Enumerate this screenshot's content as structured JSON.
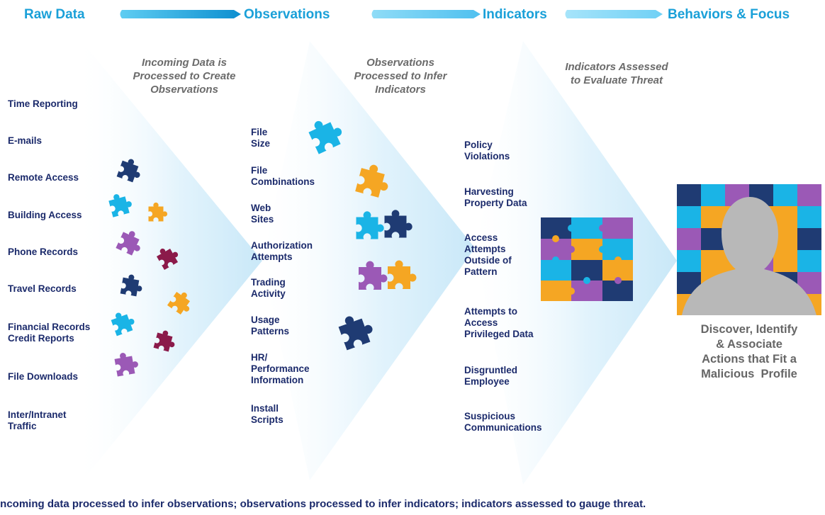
{
  "headers": [
    "Raw Data",
    "Observations",
    "Indicators",
    "Behaviors & Focus"
  ],
  "captions": [
    [
      "Incoming Data is",
      "Processed to Create",
      "Observations"
    ],
    [
      "Observations",
      "Processed to Infer",
      "Indicators"
    ],
    [
      "Indicators Assessed",
      "to Evaluate Threat"
    ]
  ],
  "raw_data": [
    [
      "Time Reporting"
    ],
    [
      "E-mails"
    ],
    [
      "Remote Access"
    ],
    [
      "Building Access"
    ],
    [
      "Phone Records"
    ],
    [
      "Travel Records"
    ],
    [
      "Financial Records",
      "Credit Reports"
    ],
    [
      "File Downloads"
    ],
    [
      "Inter/Intranet",
      "Traffic"
    ]
  ],
  "observations": [
    [
      "File",
      "Size"
    ],
    [
      "File",
      "Combinations"
    ],
    [
      "Web",
      "Sites"
    ],
    [
      "Authorization",
      "Attempts"
    ],
    [
      "Trading",
      "Activity"
    ],
    [
      "Usage",
      "Patterns"
    ],
    [
      "HR/",
      "Performance",
      "Information"
    ],
    [
      "Install",
      "Scripts"
    ]
  ],
  "indicators": [
    [
      "Policy",
      "Violations"
    ],
    [
      "Harvesting",
      "Property Data"
    ],
    [
      "Access",
      "Attempts",
      "Outside of",
      "Pattern"
    ],
    [
      "Attempts to",
      "Access",
      "Privileged Data"
    ],
    [
      "Disgruntled",
      "Employee"
    ],
    [
      "Suspicious",
      "Communications"
    ]
  ],
  "profile": {
    "caption_lines": [
      "Discover, Identify",
      "& Associate",
      "Actions that Fit a",
      "Malicious  Profile"
    ]
  },
  "footer": "Incoming data processed to infer observations; observations processed to infer indicators; indicators assessed to gauge threat.",
  "colors": {
    "header_blue": "#1aa0d8",
    "navy": "#1b2a6b",
    "caption_gray": "#6b6b6b",
    "arrow_blue": "#d6eefb",
    "piece_cyan": "#1ab4e6",
    "piece_orange": "#f5a623",
    "piece_purple": "#9b59b6",
    "piece_navy": "#1f3b73",
    "piece_maroon": "#8b1a4a"
  }
}
